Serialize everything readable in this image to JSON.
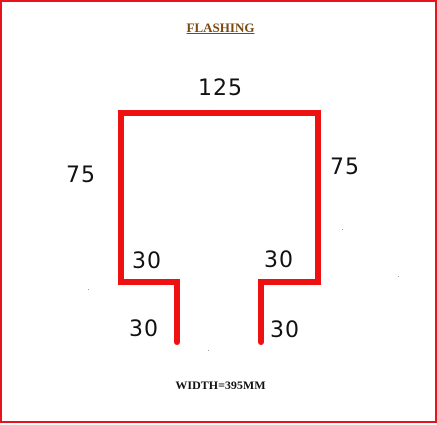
{
  "title": "FLASHING",
  "dimensions": {
    "top": "125",
    "left_side": "75",
    "right_side": "75",
    "left_return": "30",
    "right_return": "30",
    "left_drop": "30",
    "right_drop": "30"
  },
  "width_label": "WIDTH=395MM",
  "colors": {
    "profile": "#ee1111",
    "border": "#e8141b",
    "title": "#7a4a12"
  }
}
